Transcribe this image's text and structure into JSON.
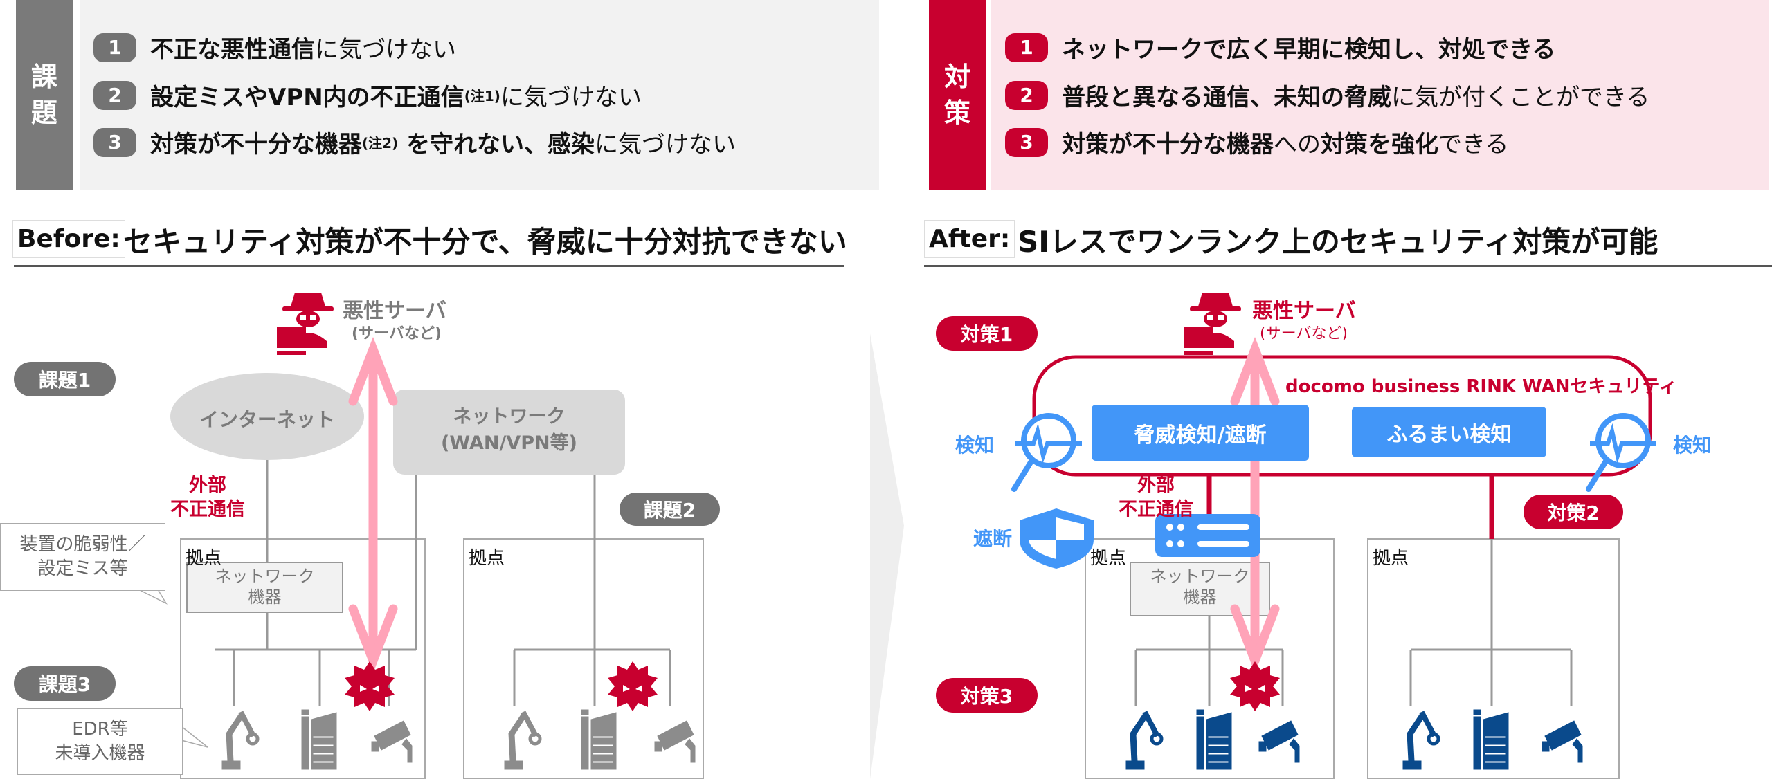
{
  "issues": {
    "side_label": [
      "課",
      "題"
    ],
    "items": [
      {
        "num": "1",
        "bold1": "不正な悪性通信",
        "sup": "",
        "bold2": "",
        "normal": "に気づけない"
      },
      {
        "num": "2",
        "bold1": "設定ミスやVPN内の不正通信",
        "sup": "(注1)",
        "bold2": "",
        "normal": "に気づけない"
      },
      {
        "num": "3",
        "bold1": "対策が不十分な機器",
        "sup": "(注2)",
        "bold2": " を守れない、感染",
        "normal": "に気づけない"
      }
    ]
  },
  "measures": {
    "side_label": [
      "対",
      "策"
    ],
    "items": [
      {
        "num": "1",
        "bold1": "ネットワークで広く早期に検知し、対処できる",
        "normal1": "",
        "bold2": "",
        "normal2": ""
      },
      {
        "num": "2",
        "bold1": "普段と異なる通信、未知の脅威",
        "normal1": "に気が付くことができる",
        "bold2": "",
        "normal2": ""
      },
      {
        "num": "3",
        "bold1": "対策が不十分な機器",
        "normal1": "への",
        "bold2": "対策を強化",
        "normal2": "できる"
      }
    ]
  },
  "before": {
    "label": "Before:",
    "title": "セキュリティ対策が不十分で、脅威に十分対抗できない",
    "malicious_server": "悪性サーバ",
    "malicious_server_sub": "(サーバなど)",
    "issue1": "課題1",
    "issue2": "課題2",
    "issue3": "課題3",
    "internet": "インターネット",
    "network": [
      "ネットワーク",
      "(WAN/VPN等)"
    ],
    "external": [
      "外部",
      "不正通信"
    ],
    "callout_vuln": [
      "装置の脆弱性／",
      "設定ミス等"
    ],
    "callout_edr": [
      "EDR等",
      "未導入機器"
    ],
    "site": "拠点",
    "net_device": [
      "ネットワーク",
      "機器"
    ]
  },
  "after": {
    "label": "After:",
    "title": "SIレスでワンランク上のセキュリティ対策が可能",
    "malicious_server": "悪性サーバ",
    "malicious_server_sub": "(サーバなど)",
    "measure1": "対策1",
    "measure2": "対策2",
    "measure3": "対策3",
    "service_name": "docomo business RINK WANセキュリティ",
    "threat_detect": "脅威検知/遮断",
    "behavior_detect": "ふるまい検知",
    "detect": "検知",
    "block": "遮断",
    "external": [
      "外部",
      "不正通信"
    ],
    "site": "拠点",
    "net_device": [
      "ネットワーク",
      "機器"
    ]
  },
  "colors": {
    "red": "#c8002f",
    "gray": "#737373",
    "blue": "#4296f8",
    "navy": "#0a4a8c",
    "pink": "#ffa3b8"
  }
}
